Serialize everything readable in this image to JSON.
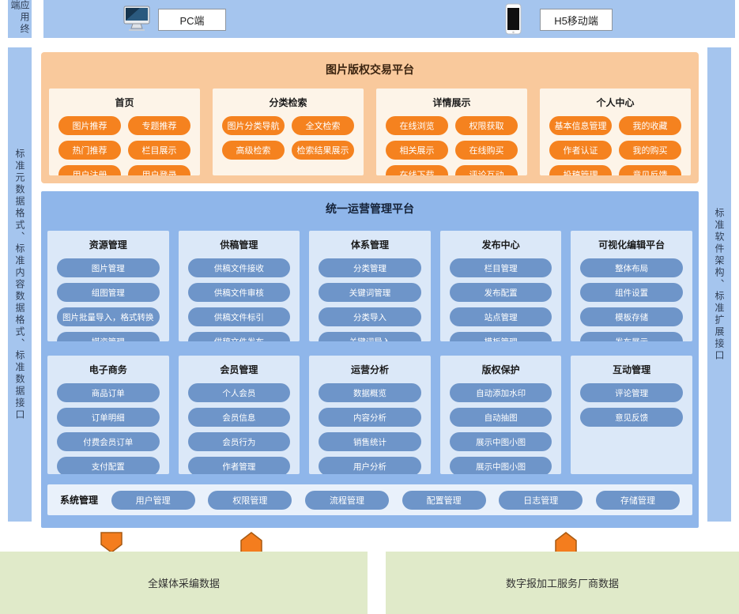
{
  "terminals": {
    "side_label": "应用终端",
    "pc": {
      "label": "PC端"
    },
    "mobile": {
      "label": "H5移动端"
    }
  },
  "side_labels": {
    "left": "标准元数据格式、标准内容数据格式、标准数据接口",
    "right": "标准软件架构、标准扩展接口"
  },
  "trading_platform": {
    "title": "图片版权交易平台",
    "groups": [
      {
        "title": "首页",
        "buttons": [
          "图片推荐",
          "专题推荐",
          "热门推荐",
          "栏目展示",
          "用户注册",
          "用户登录"
        ]
      },
      {
        "title": "分类检索",
        "buttons": [
          "图片分类导航",
          "全文检索",
          "高级检索",
          "检索结果展示"
        ]
      },
      {
        "title": "详情展示",
        "buttons": [
          "在线浏览",
          "权限获取",
          "相关展示",
          "在线购买",
          "在线下载",
          "评论互动"
        ]
      },
      {
        "title": "个人中心",
        "buttons": [
          "基本信息管理",
          "我的收藏",
          "作者认证",
          "我的购买",
          "投稿管理",
          "意见反馈"
        ]
      }
    ]
  },
  "ops_platform": {
    "title": "统一运营管理平台",
    "row1": [
      {
        "title": "资源管理",
        "buttons": [
          "图片管理",
          "组图管理",
          "图片批量导入，格式转换",
          "媒资管理"
        ]
      },
      {
        "title": "供稿管理",
        "buttons": [
          "供稿文件接收",
          "供稿文件审核",
          "供稿文件标引",
          "供稿文件发布"
        ]
      },
      {
        "title": "体系管理",
        "buttons": [
          "分类管理",
          "关键词管理",
          "分类导入",
          "关键词导入"
        ]
      },
      {
        "title": "发布中心",
        "buttons": [
          "栏目管理",
          "发布配置",
          "站点管理",
          "模板管理"
        ]
      },
      {
        "title": "可视化编辑平台",
        "buttons": [
          "整体布局",
          "组件设置",
          "模板存储",
          "发布展示"
        ]
      }
    ],
    "row2": [
      {
        "title": "电子商务",
        "buttons": [
          "商品订单",
          "订单明细",
          "付费会员订单",
          "支付配置"
        ]
      },
      {
        "title": "会员管理",
        "buttons": [
          "个人会员",
          "会员信息",
          "会员行为",
          "作者管理"
        ]
      },
      {
        "title": "运营分析",
        "buttons": [
          "数据概览",
          "内容分析",
          "销售统计",
          "用户分析"
        ]
      },
      {
        "title": "版权保护",
        "buttons": [
          "自动添加水印",
          "自动抽图",
          "展示中图小图",
          "展示中图小图"
        ]
      },
      {
        "title": "互动管理",
        "buttons": [
          "评论管理",
          "意见反馈"
        ]
      }
    ],
    "system": {
      "label": "系统管理",
      "buttons": [
        "用户管理",
        "权限管理",
        "流程管理",
        "配置管理",
        "日志管理",
        "存储管理"
      ]
    }
  },
  "data_sources": {
    "left": "全媒体采编数据",
    "right": "数字报加工服务厂商数据"
  },
  "colors": {
    "top_bar": "#a5c5ee",
    "orange_panel": "#f9c99c",
    "orange_card": "#fdf4e8",
    "orange_button": "#f5821f",
    "blue_panel": "#8fb6ea",
    "blue_card": "#dbe8f8",
    "blue_button": "#6e95c9",
    "system_row": "#e9f1fb",
    "green_box": "#e0eac9",
    "arrow": "#f47d1e"
  }
}
